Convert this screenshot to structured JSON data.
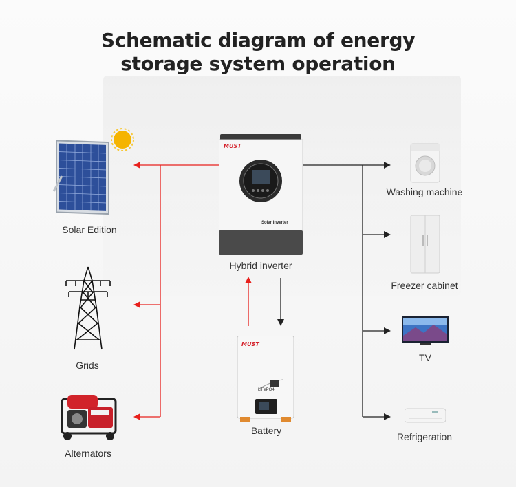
{
  "title": {
    "line1": "Schematic diagram of energy",
    "line2": "storage system operation"
  },
  "center": {
    "inverter": {
      "label": "Hybrid inverter",
      "brand": "MUST",
      "panel_text": "Solar Inverter"
    },
    "battery": {
      "label": "Battery",
      "brand": "MUST",
      "model_text": "LiFePO4"
    }
  },
  "sources": [
    {
      "label": "Solar Edition",
      "icon": "solar-panel-icon"
    },
    {
      "label": "Grids",
      "icon": "power-tower-icon"
    },
    {
      "label": "Alternators",
      "icon": "generator-icon"
    }
  ],
  "loads": [
    {
      "label": "Washing machine",
      "icon": "washing-machine-icon"
    },
    {
      "label": "Freezer cabinet",
      "icon": "fridge-icon"
    },
    {
      "label": "TV",
      "icon": "tv-icon"
    },
    {
      "label": "Refrigeration",
      "icon": "air-conditioner-icon"
    }
  ],
  "colors": {
    "flow_red": "#e8201c",
    "flow_black": "#222222"
  }
}
